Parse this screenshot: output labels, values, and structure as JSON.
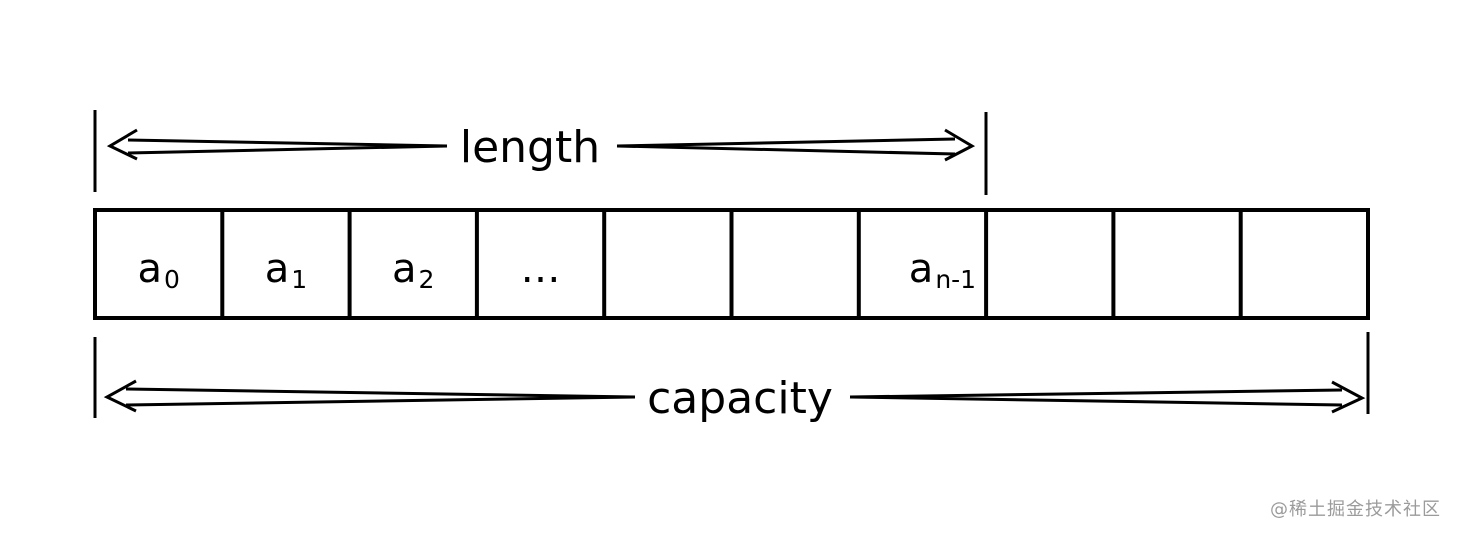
{
  "labels": {
    "length": "length",
    "capacity": "capacity"
  },
  "cells": [
    {
      "base": "a",
      "sub": "0"
    },
    {
      "base": "a",
      "sub": "1"
    },
    {
      "base": "a",
      "sub": "2"
    },
    {
      "base": "…",
      "sub": ""
    },
    {
      "base": "",
      "sub": ""
    },
    {
      "base": "",
      "sub": ""
    },
    {
      "base": "a",
      "sub": "n-1"
    },
    {
      "base": "",
      "sub": ""
    },
    {
      "base": "",
      "sub": ""
    },
    {
      "base": "",
      "sub": ""
    }
  ],
  "watermark": "@稀土掘金技术社区",
  "colors": {
    "stroke": "#000000",
    "background": "#ffffff",
    "watermark": "#9b9b9b"
  }
}
